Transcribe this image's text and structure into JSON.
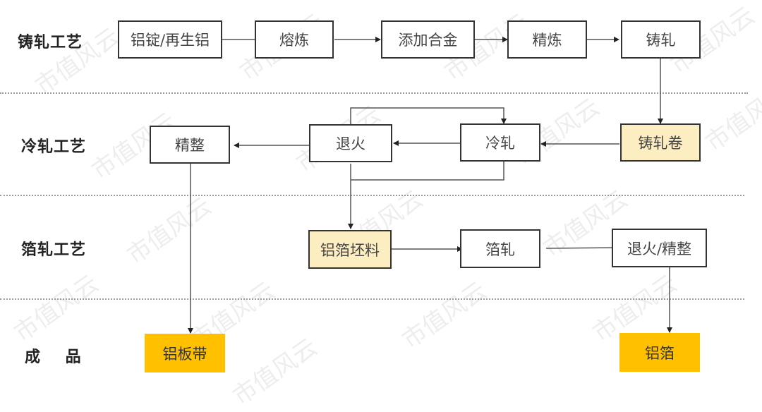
{
  "rows": [
    {
      "id": "casting",
      "label": "铸轧工艺"
    },
    {
      "id": "cold",
      "label": "冷轧工艺"
    },
    {
      "id": "foil",
      "label": "箔轧工艺"
    },
    {
      "id": "product",
      "label": "成    品"
    }
  ],
  "nodes": {
    "ingot": "铝锭/再生铝",
    "melting": "熔炼",
    "alloying": "添加合金",
    "refining": "精炼",
    "cast_rolling": "铸轧",
    "cast_coil": "铸轧卷",
    "cold_rolling": "冷轧",
    "annealing": "退火",
    "finishing": "精整",
    "foil_stock": "铝箔坯料",
    "foil_rolling": "箔轧",
    "anneal_finish": "退火/精整",
    "plate_strip": "铝板带",
    "foil": "铝箔"
  },
  "colors": {
    "intermediate": "#fdeec2",
    "product": "#ffc000"
  },
  "watermark": "市值风云"
}
